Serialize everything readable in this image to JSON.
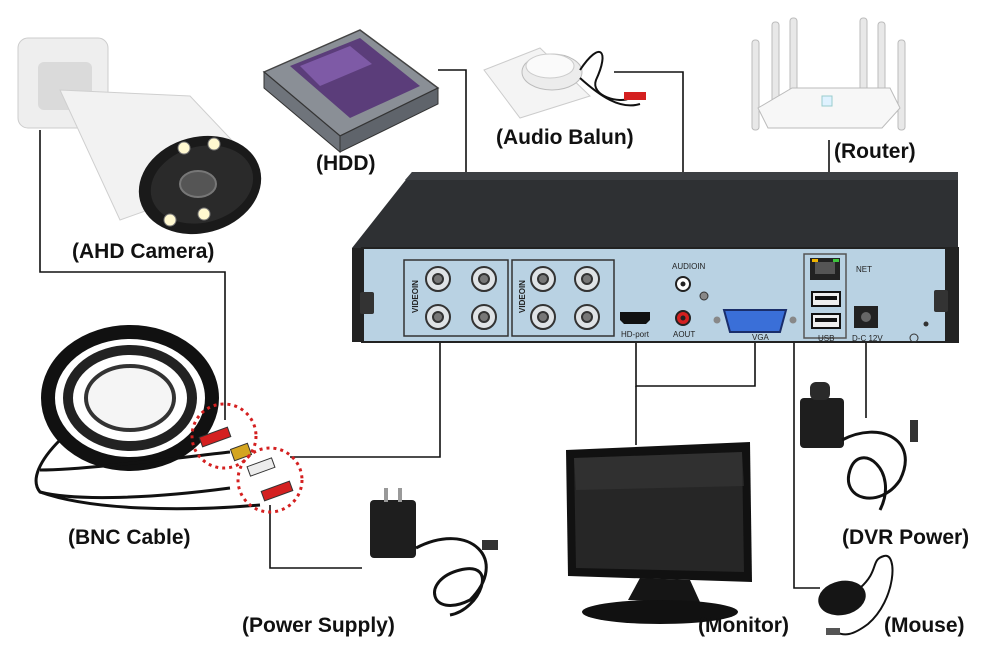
{
  "labels": {
    "hdd": "(HDD)",
    "audio_balun": "(Audio Balun)",
    "router": "(Router)",
    "ahd_camera": "(AHD Camera)",
    "bnc_cable": "(BNC Cable)",
    "power_supply": "(Power Supply)",
    "monitor": "(Monitor)",
    "dvr_power": "(DVR Power)",
    "mouse": "(Mouse)"
  },
  "dvr_panel": {
    "video_in_left": "VIDEOIN",
    "video_in_right": "VIDEOIN",
    "audio_in": "AUDIOIN",
    "audio_out": "AOUT",
    "hdmi": "HD-port",
    "vga": "VGA",
    "net": "NET",
    "usb": "USB",
    "power": "D-C 12V"
  },
  "colors": {
    "panel_blue": "#b9d2e3",
    "dvr_body": "#2b2d30",
    "connector_line": "#111111",
    "highlight_circle": "#d42020"
  }
}
